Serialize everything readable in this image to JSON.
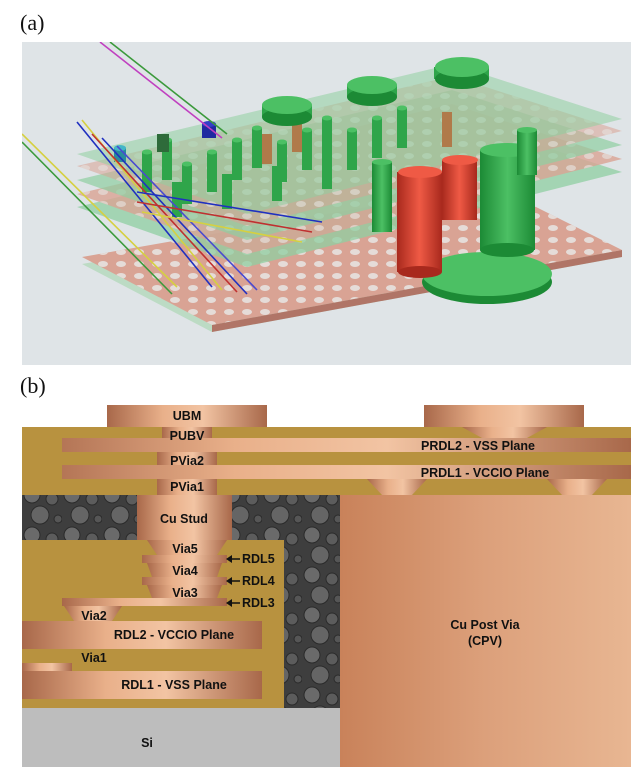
{
  "panels": {
    "a": {
      "label": "(a)"
    },
    "b": {
      "label": "(b)"
    }
  },
  "diagram_b": {
    "layer_labels": {
      "ubm": "UBM",
      "pubv": "PUBV",
      "pvia2": "PVia2",
      "pvia1": "PVia1",
      "cu_stud": "Cu Stud",
      "via5": "Via5",
      "via4": "Via4",
      "via3": "Via3",
      "via2": "Via2",
      "via1": "Via1",
      "rdl2_plane": "RDL2 - VCCIO Plane",
      "rdl1_plane": "RDL1 - VSS Plane",
      "si": "Si",
      "prdl2_plane": "PRDL2 - VSS Plane",
      "prdl1_plane": "PRDL1 - VCCIO Plane",
      "cpv_line1": "Cu Post Via",
      "cpv_line2": "(CPV)"
    },
    "arrow_labels": {
      "rdl5": "RDL5",
      "rdl4": "RDL4",
      "rdl3": "RDL3"
    }
  },
  "colors": {
    "copper": "#c9875f",
    "gold_dielectric": "#b8923f",
    "molding_gray": "#4a4a4a",
    "silicon": "#bdbdbd",
    "board_pink": "#d9a394",
    "board_green": "#8fcfa1",
    "via_green": "#2fa54a",
    "via_red": "#d64533"
  }
}
